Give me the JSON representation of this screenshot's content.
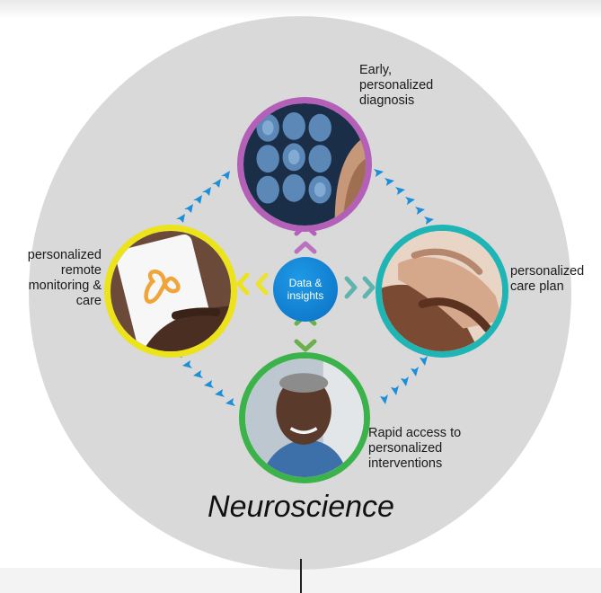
{
  "diagram": {
    "title": "Neuroscience",
    "center_label": "Data &\ninsights",
    "nodes": [
      {
        "id": "top",
        "label": "Early,\npersonalized\ndiagnosis",
        "ring_color": "#b45fb8",
        "image": "brain-scan-image"
      },
      {
        "id": "right",
        "label": "personalized\ncare plan",
        "ring_color": "#1fb5b5",
        "image": "holding-hands-image"
      },
      {
        "id": "bottom",
        "label": "Rapid access to\npersonalized\ninterventions",
        "ring_color": "#3cb34a",
        "image": "smiling-man-image"
      },
      {
        "id": "left",
        "label": "personalized\nremote\nmonitoring &\ncare",
        "ring_color": "#ece31b",
        "image": "smartphone-app-image"
      }
    ],
    "colors": {
      "background_circle": "#d9d9d9",
      "cycle_arrows": "#1c8fd8",
      "center": "#0a7ad1"
    }
  }
}
